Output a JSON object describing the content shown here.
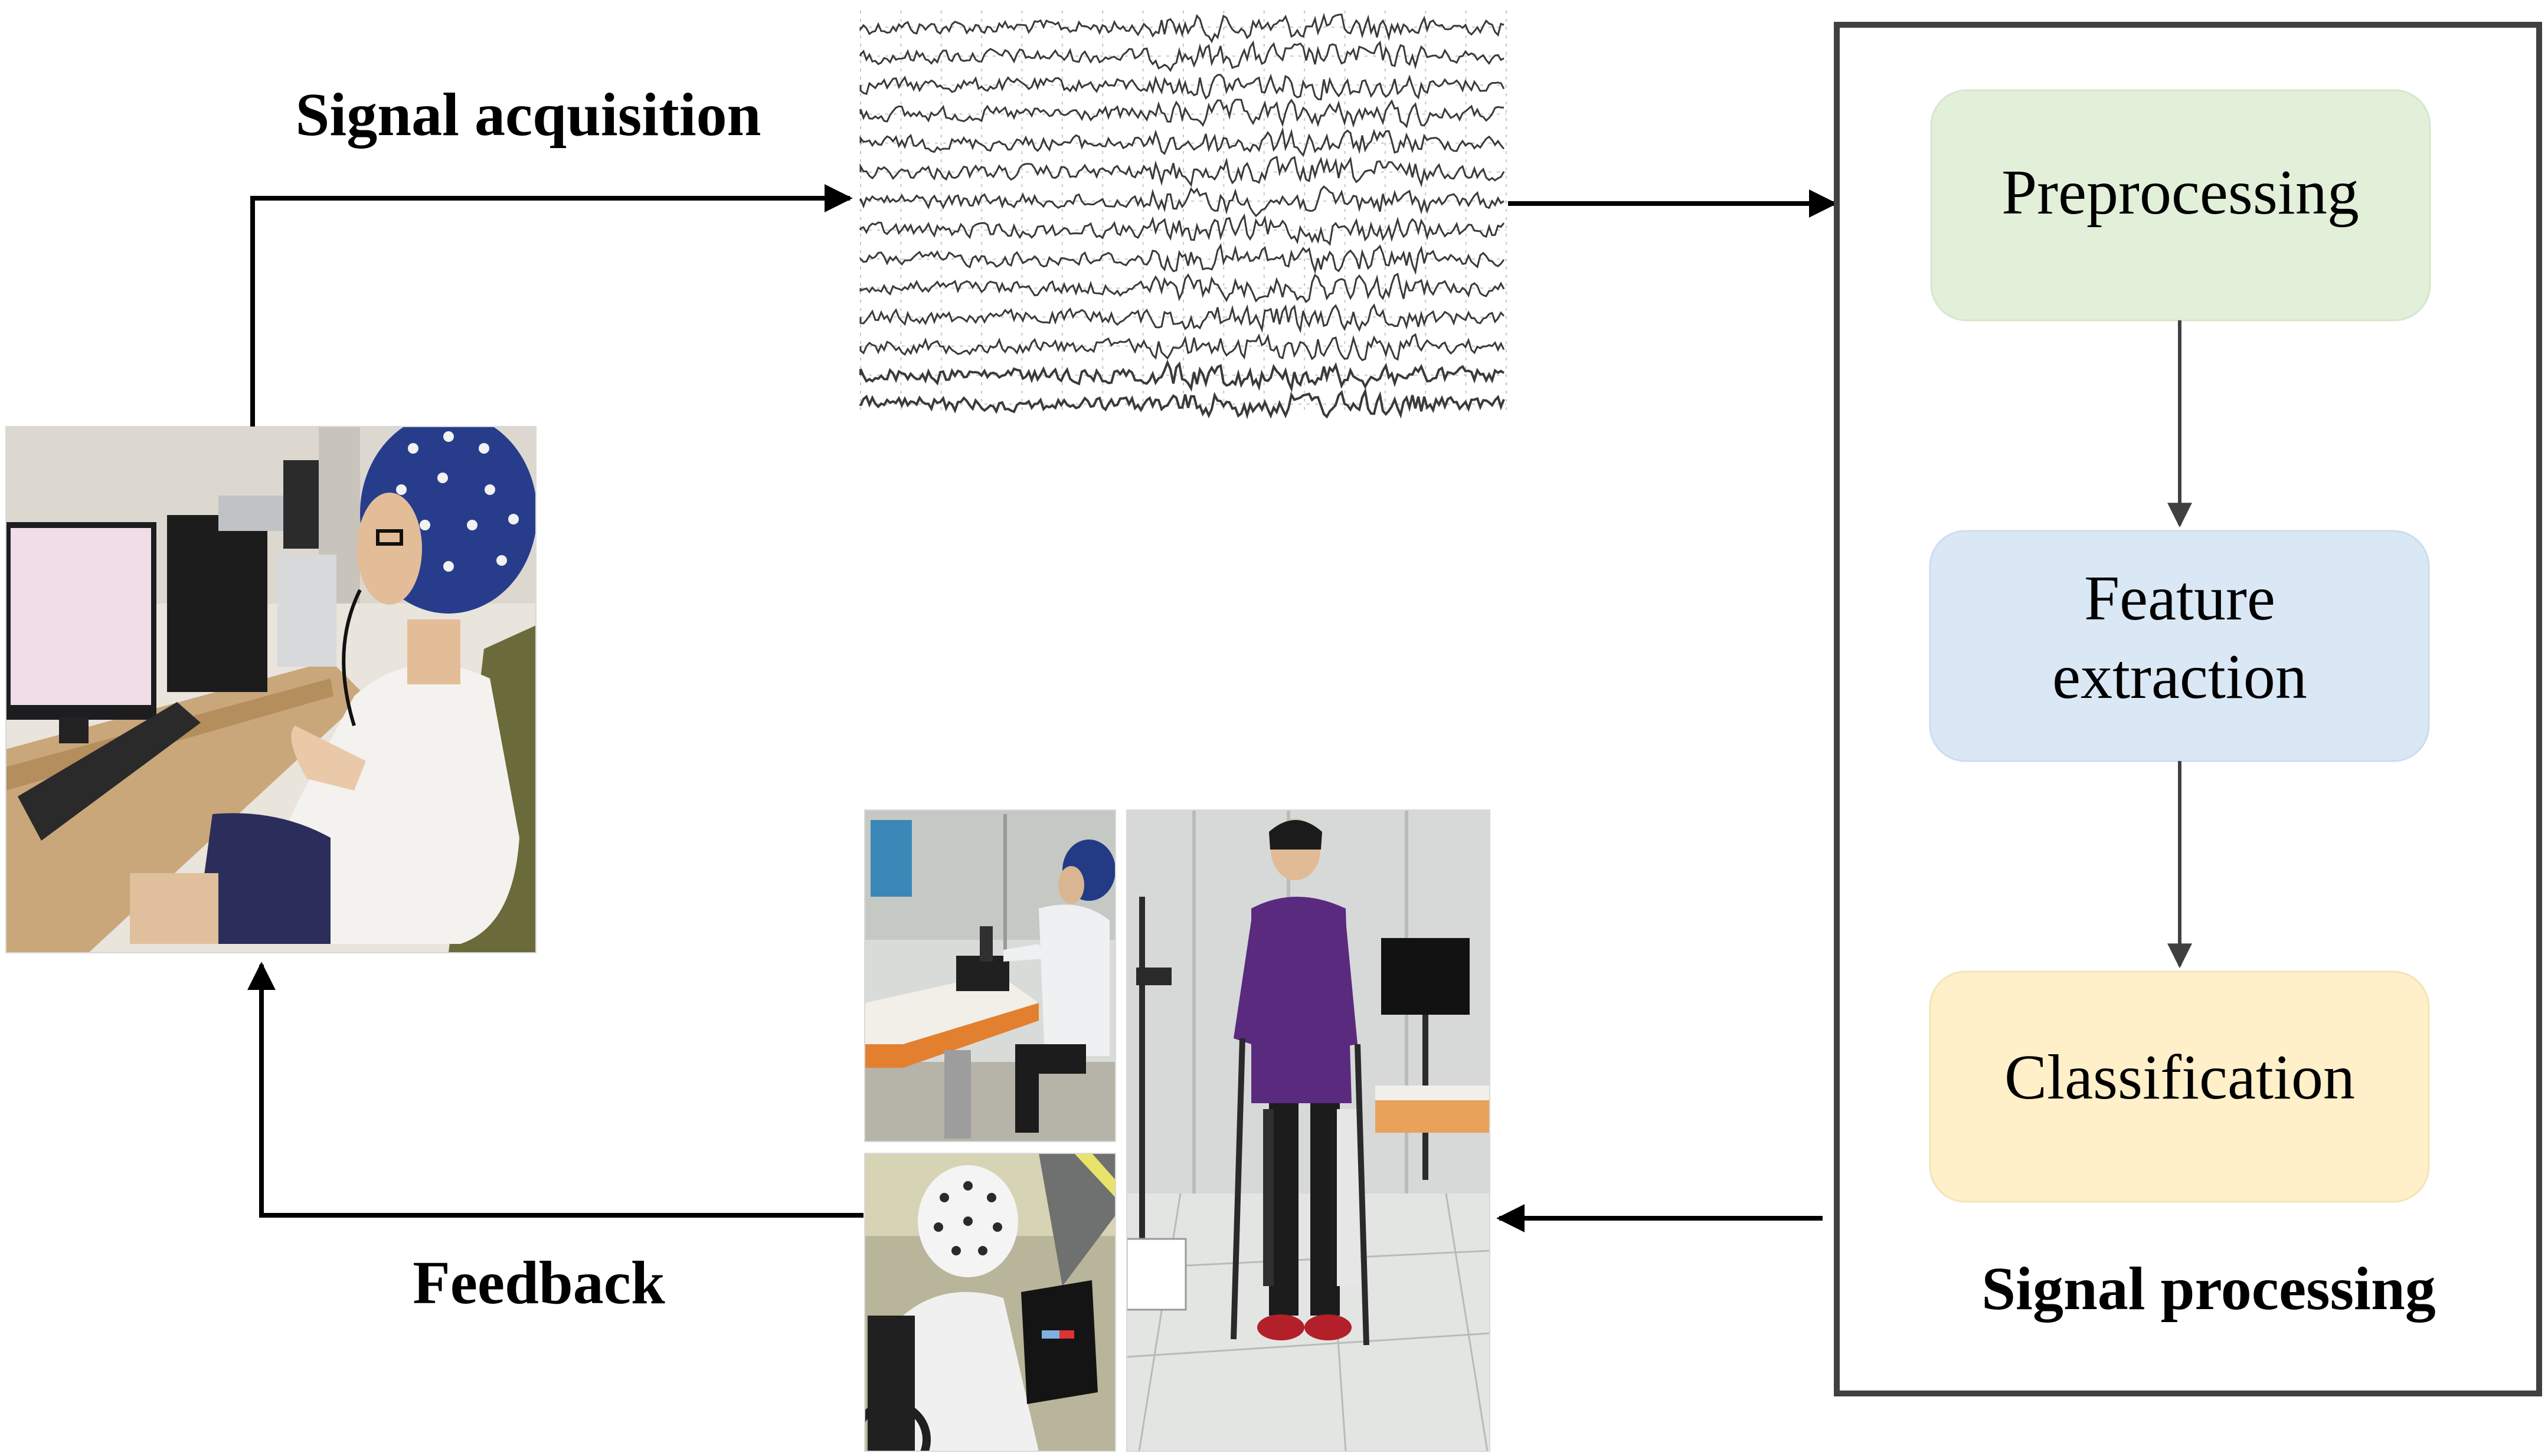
{
  "labels": {
    "signal_acquisition": "Signal acquisition",
    "feedback": "Feedback",
    "signal_processing": "Signal processing"
  },
  "steps": [
    {
      "line1": "Preprocessing",
      "line2": ""
    },
    {
      "line1": "Feature",
      "line2": "extraction"
    },
    {
      "line1": "Classification",
      "line2": ""
    }
  ],
  "colors": {
    "preprocessing_fill": "#e2efd9",
    "feature_fill": "#dae7f5",
    "classification_fill": "#fff0c9",
    "arrow": "#000000",
    "panel_border": "#404040"
  },
  "icons": {
    "eeg_trace": "eeg-signal-image",
    "user_photo": "person-with-eeg-cap-photo",
    "rehab_arm_photo": "upper-limb-rehab-device-photo",
    "wheelchair_photo": "wheelchair-eeg-photo",
    "exoskeleton_photo": "lower-limb-exoskeleton-photo"
  }
}
